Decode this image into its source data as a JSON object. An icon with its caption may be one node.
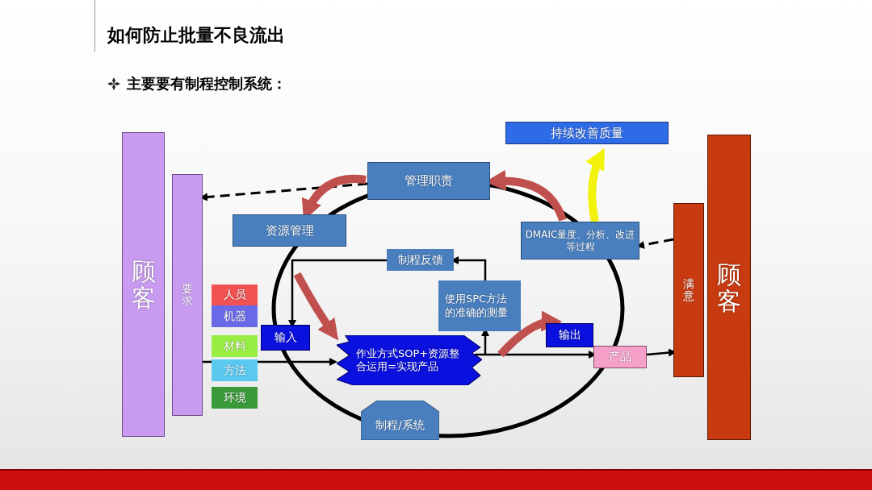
{
  "diagram": {
    "title": "如何防止批量不良流出",
    "nodes": [
      {
        "text": [
          "顾客"
        ]
      },
      {
        "text": [
          "要求"
        ]
      },
      {
        "text": [
          "人员"
        ]
      },
      {
        "text": [
          "机器"
        ]
      },
      {
        "text": [
          "材料"
        ]
      },
      {
        "text": [
          "方法"
        ]
      },
      {
        "text": [
          "环境"
        ]
      },
      {
        "text": [
          "资源管理"
        ]
      },
      {
        "text": [
          "管理职责"
        ]
      },
      {
        "text": [
          "持续改善质量"
        ]
      },
      {
        "text": [
          "DMAIC量度、分析、改进等过程"
        ]
      },
      {
        "text": [
          "制程反馈"
        ]
      },
      {
        "text": [
          "使用SPC方法的准确的测量"
        ]
      },
      {
        "text": [
          "输入"
        ]
      },
      {
        "text": [
          "输出"
        ]
      },
      {
        "text": [
          "作业方式SOP+资源整合运用=实现产品"
        ]
      },
      {
        "text": [
          "产品"
        ]
      },
      {
        "text": [
          "制程/系统"
        ]
      },
      {
        "text": [
          "满意"
        ]
      },
      {
        "text": [
          "顾客"
        ]
      }
    ],
    "edges": [
      {
        "from": 8,
        "to": 1,
        "arrow": "to",
        "style": "dashed"
      },
      {
        "from": 1,
        "to": 15,
        "arrow": "to"
      },
      {
        "from": 15,
        "to": 16,
        "arrow": "to"
      },
      {
        "from": 16,
        "to": 18,
        "arrow": "to"
      },
      {
        "from": 15,
        "to": 12,
        "arrow": "to"
      },
      {
        "from": 12,
        "to": 11,
        "arrow": "to"
      },
      {
        "from": 11,
        "to": 13,
        "arrow": "to"
      },
      {
        "from": 18,
        "to": 10,
        "arrow": "to",
        "style": "dashed"
      },
      {
        "from": 10,
        "to": 9,
        "arrow": "to",
        "style": "thick",
        "color": "#f2f20a"
      },
      {
        "from": 8,
        "to": 7,
        "arrow": "to",
        "style": "thick",
        "color": "#c0504d"
      },
      {
        "from": 7,
        "to": 15,
        "arrow": "to",
        "style": "thick",
        "color": "#c0504d"
      },
      {
        "from": 15,
        "to": 14,
        "arrow": "to",
        "style": "thick",
        "color": "#c0504d"
      },
      {
        "from": 10,
        "to": 8,
        "arrow": "to",
        "style": "thick",
        "color": "#c0504d"
      }
    ],
    "labels": [
      "主要要有制程控制系统："
    ]
  }
}
